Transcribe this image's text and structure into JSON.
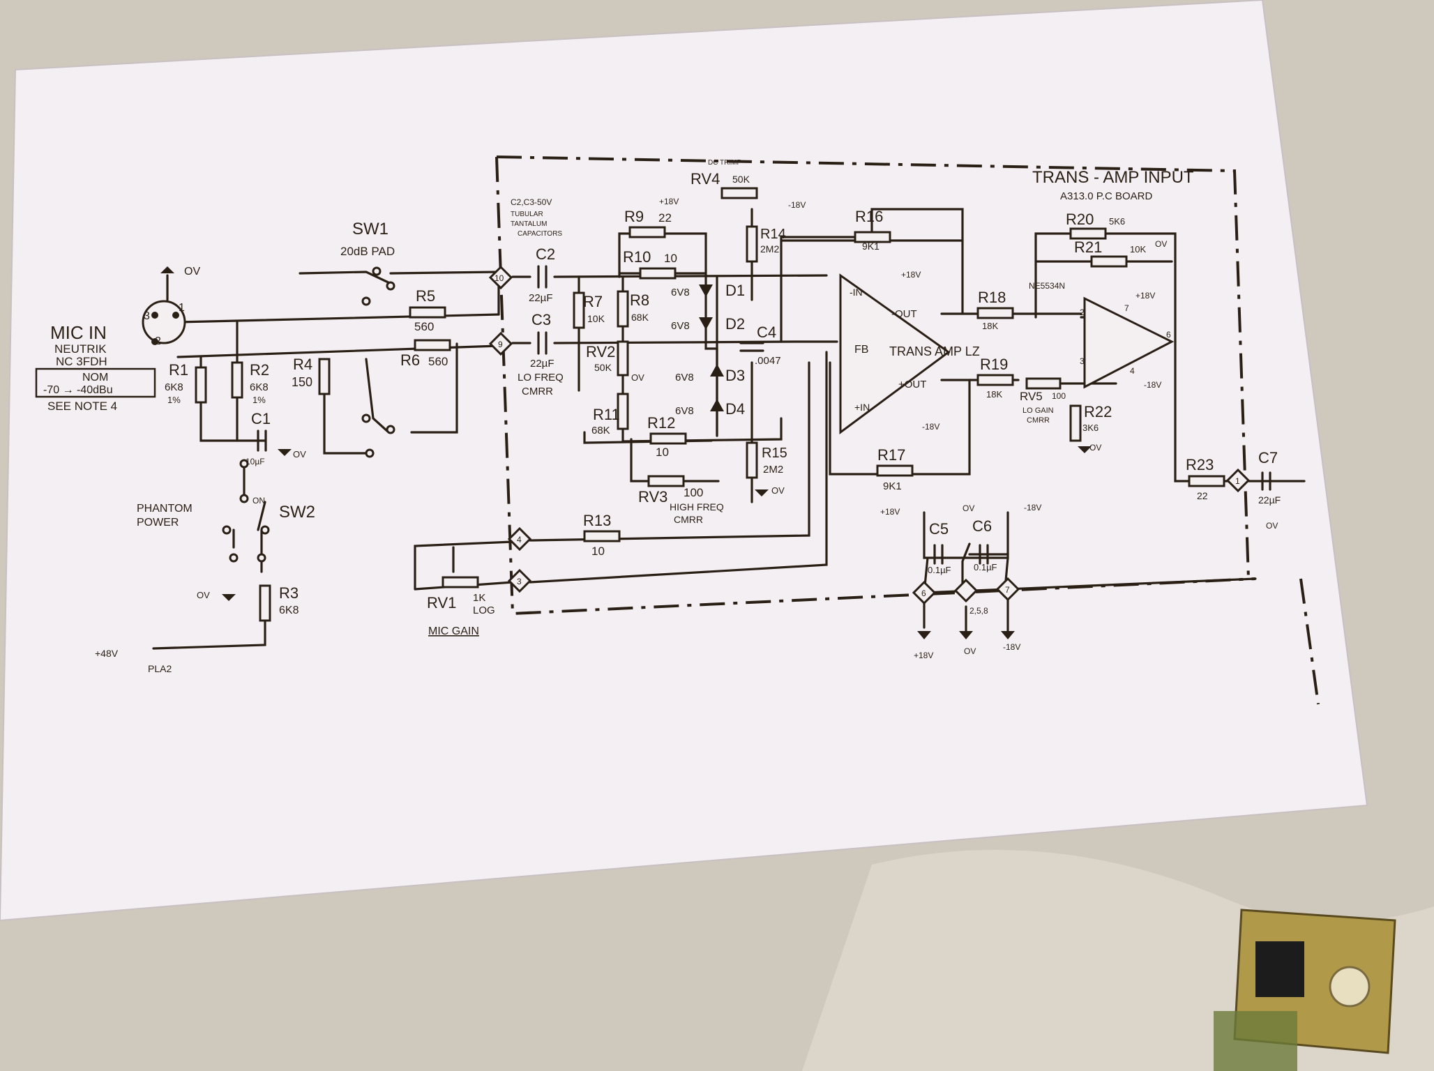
{
  "board": {
    "title": "TRANS - AMP INPUT",
    "subtitle": "A313.0 P.C BOARD"
  },
  "mic": {
    "title": "MIC IN",
    "connector_line1": "NEUTRIK",
    "connector_line2": "NC 3FDH",
    "nom_label": "NOM",
    "level_range": "-70 → -40dBu",
    "note": "SEE NOTE 4",
    "pin1": "1",
    "pin2": "2",
    "pin3": "3"
  },
  "rails": {
    "ov": "OV",
    "plus18": "+18V",
    "minus18": "-18V",
    "plus48": "+48V",
    "pla2": "PLA2"
  },
  "switches": {
    "sw1": {
      "name": "SW1",
      "label": "20dB PAD"
    },
    "sw2": {
      "name": "SW2",
      "label_line1": "PHANTOM",
      "label_line2": "POWER",
      "on": "ON"
    }
  },
  "resistors": {
    "r1": {
      "name": "R1",
      "value": "6K8",
      "tol": "1%"
    },
    "r2": {
      "name": "R2",
      "value": "6K8",
      "tol": "1%"
    },
    "r3": {
      "name": "R3",
      "value": "6K8"
    },
    "r4": {
      "name": "R4",
      "value": "150"
    },
    "r5": {
      "name": "R5",
      "value": "560"
    },
    "r6": {
      "name": "R6",
      "value": "560"
    },
    "r7": {
      "name": "R7",
      "value": "10K"
    },
    "r8": {
      "name": "R8",
      "value": "68K"
    },
    "r9": {
      "name": "R9",
      "value": "22"
    },
    "r10": {
      "name": "R10",
      "value": "10"
    },
    "r11": {
      "name": "R11",
      "value": "68K"
    },
    "r12": {
      "name": "R12",
      "value": "10"
    },
    "r13": {
      "name": "R13",
      "value": "10"
    },
    "r14": {
      "name": "R14",
      "value": "2M2"
    },
    "r15": {
      "name": "R15",
      "value": "2M2"
    },
    "r16": {
      "name": "R16",
      "value": "9K1"
    },
    "r17": {
      "name": "R17",
      "value": "9K1"
    },
    "r18": {
      "name": "R18",
      "value": "18K"
    },
    "r19": {
      "name": "R19",
      "value": "18K"
    },
    "r20": {
      "name": "R20",
      "value": "5K6"
    },
    "r21": {
      "name": "R21",
      "value": "10K"
    },
    "r22": {
      "name": "R22",
      "value": "3K6"
    },
    "r23": {
      "name": "R23",
      "value": "22"
    }
  },
  "pots": {
    "rv1": {
      "name": "RV1",
      "value": "1K",
      "taper": "LOG",
      "label": "MIC GAIN"
    },
    "rv2": {
      "name": "RV2",
      "value": "50K",
      "label_line1": "LO FREQ",
      "label_line2": "CMRR"
    },
    "rv3": {
      "name": "RV3",
      "value": "100",
      "label_line1": "HIGH FREQ",
      "label_line2": "CMRR"
    },
    "rv4": {
      "name": "RV4",
      "value": "50K",
      "label": "DC TRIMP"
    },
    "rv5": {
      "name": "RV5",
      "value": "100",
      "label_line1": "LO GAIN",
      "label_line2": "CMRR"
    }
  },
  "caps": {
    "note_line1": "C2,C3-50V",
    "note_line2": "TUBULAR",
    "note_line3": "TANTALUM",
    "note_line4": "CAPACITORS",
    "c1": {
      "name": "C1",
      "value": "10µF"
    },
    "c2": {
      "name": "C2",
      "value": "22µF"
    },
    "c3": {
      "name": "C3",
      "value": "22µF"
    },
    "c4": {
      "name": "C4",
      "value": ".0047"
    },
    "c5": {
      "name": "C5",
      "value": "0.1µF"
    },
    "c6": {
      "name": "C6",
      "value": "0.1µF"
    },
    "c7": {
      "name": "C7",
      "value": "22µF"
    }
  },
  "diodes": {
    "d1": "D1",
    "d2": "D2",
    "d3": "D3",
    "d4": "D4",
    "zener": "6V8"
  },
  "amps": {
    "trans": {
      "label": "TRANS AMP LZ",
      "in_minus": "-IN",
      "in_plus": "+IN",
      "fb": "FB",
      "out_minus": "-OUT",
      "out_plus": "+OUT"
    },
    "ne": {
      "label": "NE5534N",
      "pin2": "2",
      "pin3": "3",
      "pin4": "4",
      "pin6": "6",
      "pin7": "7"
    }
  },
  "terminals": {
    "t10": "10",
    "t9": "9",
    "t4": "4",
    "t3": "3",
    "t1": "1",
    "t6": "6",
    "t7": "7",
    "t258": "2,5,8"
  }
}
